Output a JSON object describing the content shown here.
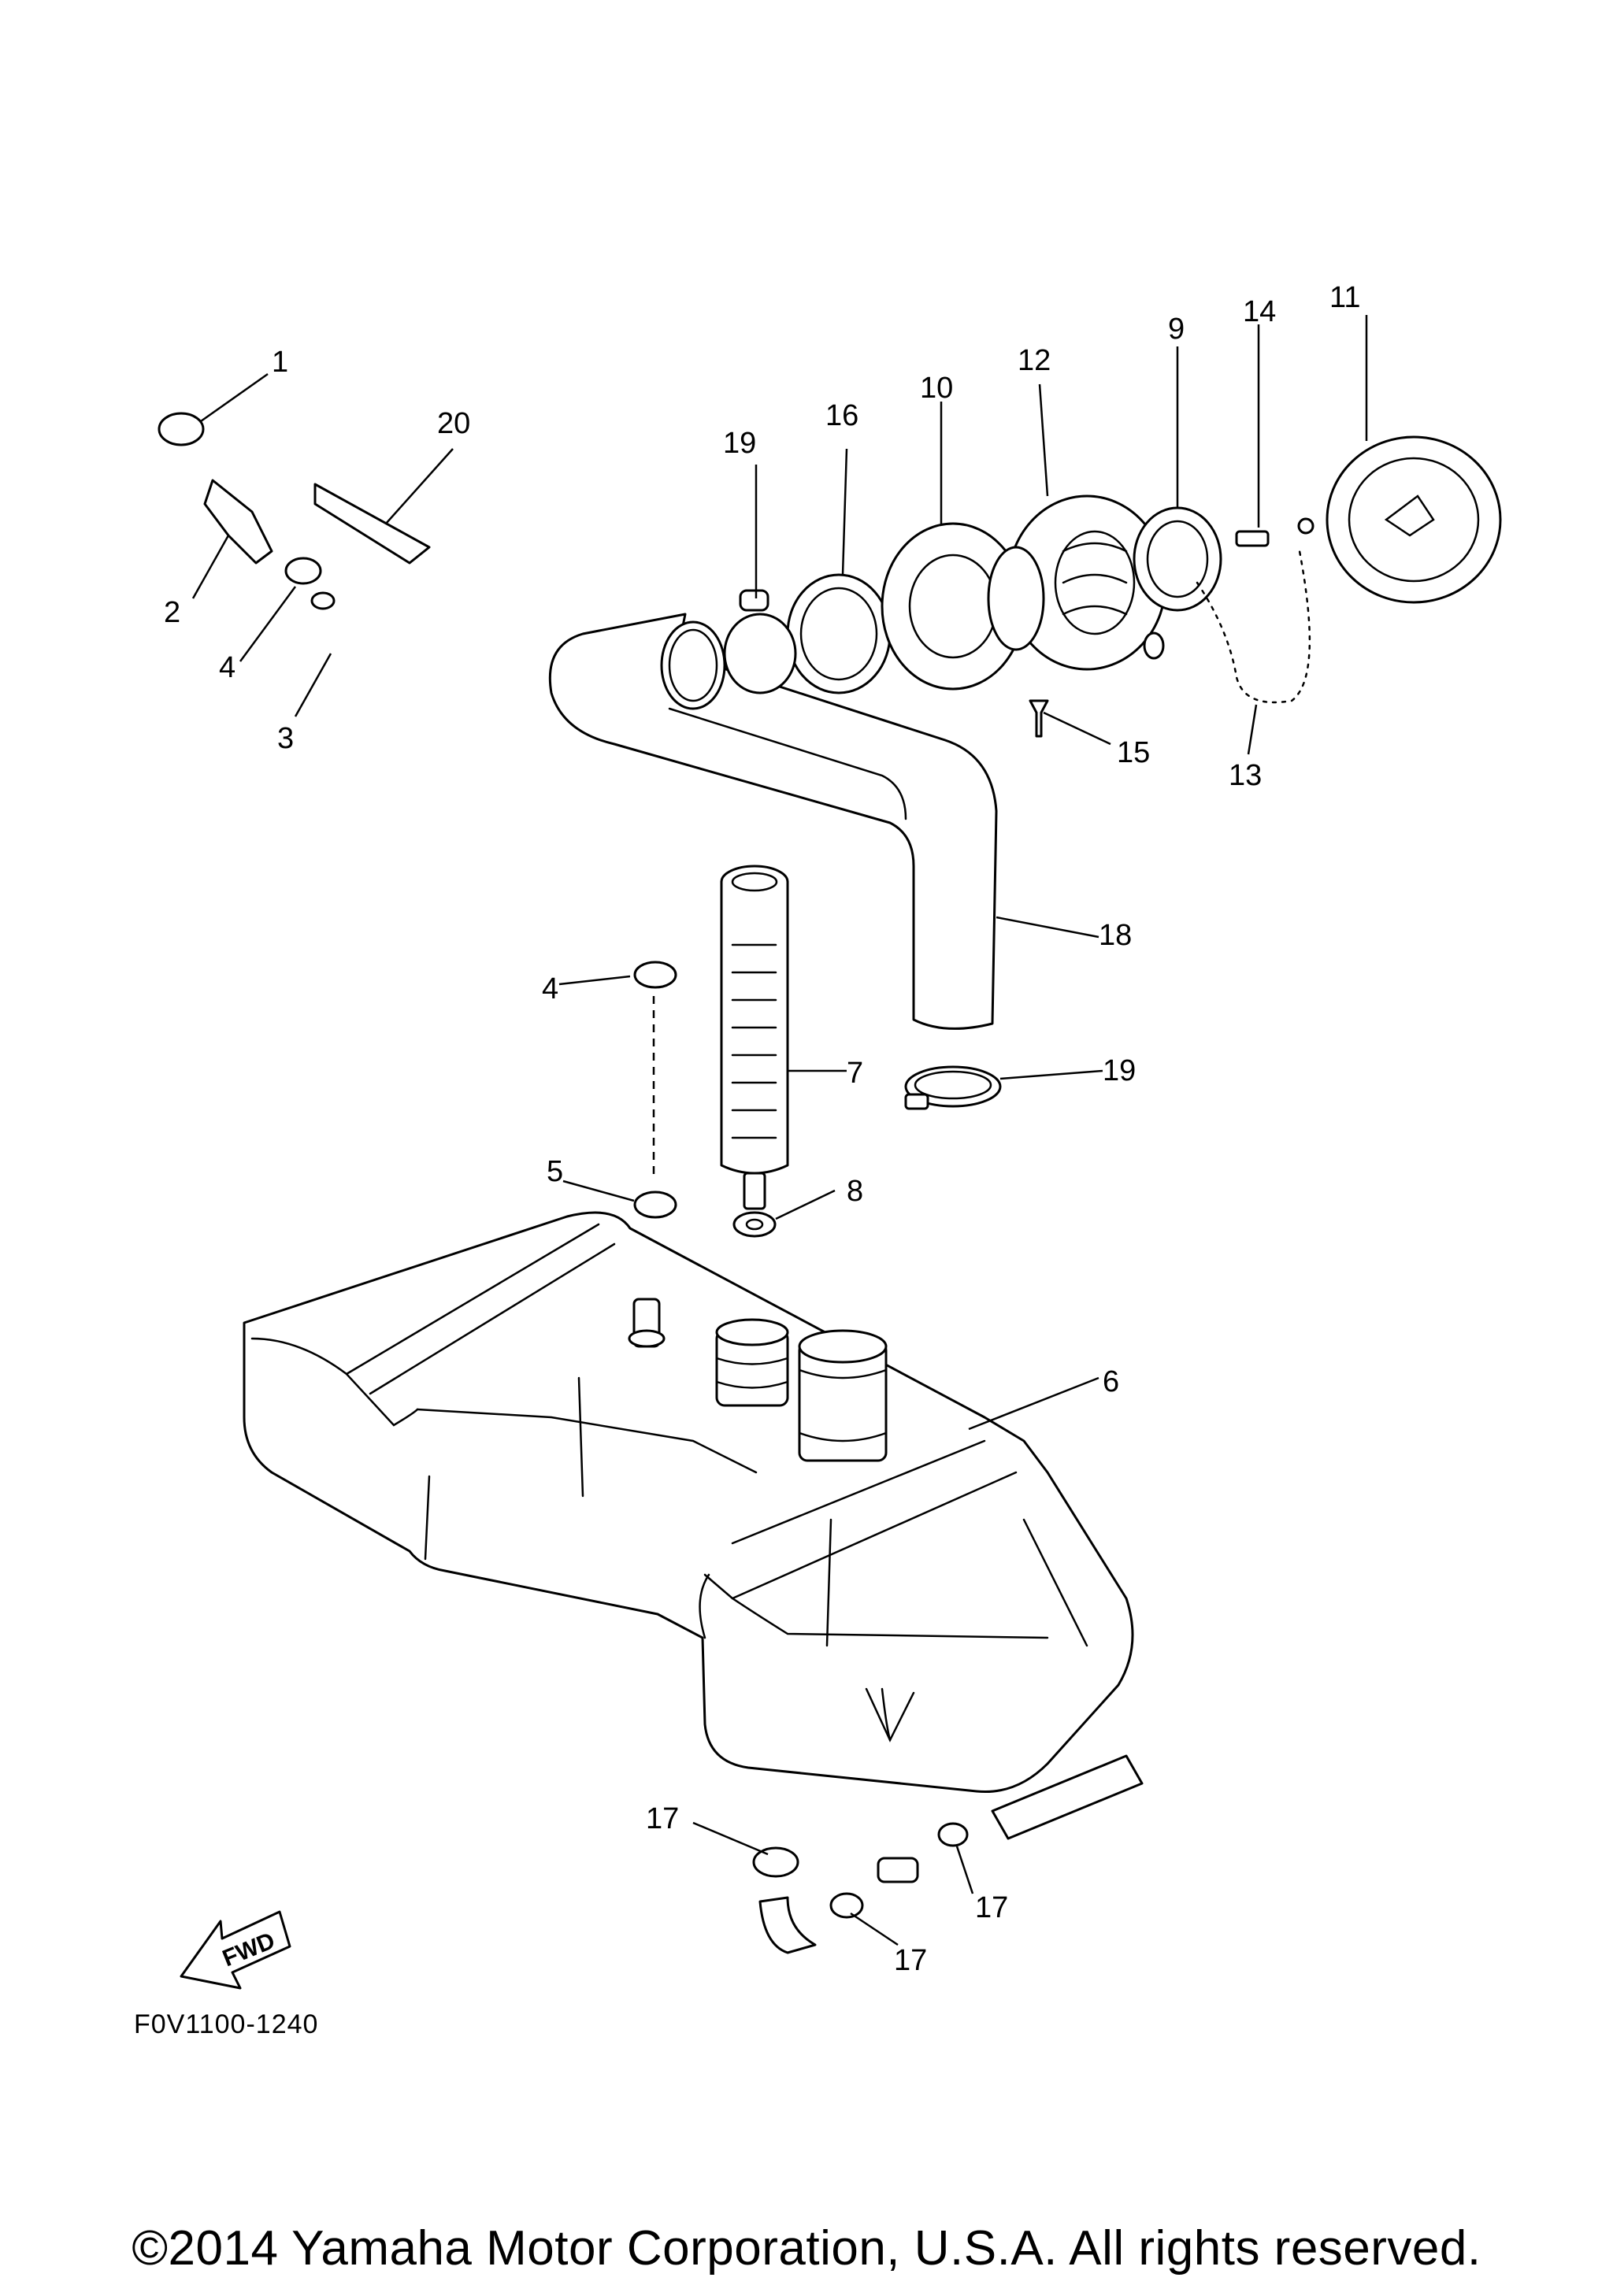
{
  "callouts": [
    "1",
    "2",
    "3",
    "4",
    "4",
    "5",
    "6",
    "7",
    "8",
    "9",
    "10",
    "11",
    "12",
    "13",
    "14",
    "15",
    "16",
    "17",
    "17",
    "17",
    "18",
    "19",
    "19",
    "20"
  ],
  "fwd_label": "FWD",
  "figure_code": "F0V1100-1240",
  "copyright": "©2014 Yamaha Motor Corporation, U.S.A. All rights reserved."
}
